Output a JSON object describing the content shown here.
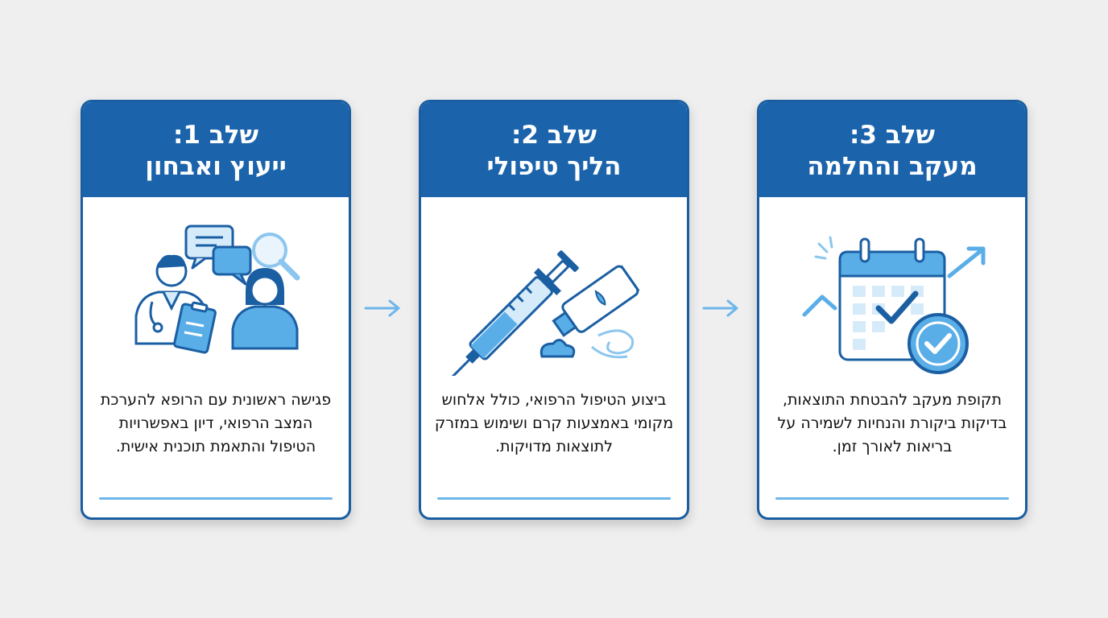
{
  "steps": [
    {
      "step": "שלב 1:",
      "title": "ייעוץ ואבחון",
      "text": "פגישה ראשונית עם הרופא להערכת המצב הרפואי, דיון באפשרויות הטיפול והתאמת תוכנית אישית.",
      "icon": "doctor-patient-consultation-icon"
    },
    {
      "step": "שלב 2:",
      "title": "הליך טיפולי",
      "text": "ביצוע הטיפול הרפואי, כולל אלחוש מקומי באמצעות קרם ושימוש במזרק לתוצאות מדויקות.",
      "icon": "syringe-cream-icon"
    },
    {
      "step": "שלב 3:",
      "title": "מעקב והחלמה",
      "text": "תקופת מעקב להבטחת התוצאות, בדיקות ביקורת והנחיות לשמירה על בריאות לאורך זמן.",
      "icon": "calendar-check-icon"
    }
  ],
  "colors": {
    "header": "#1b63ab",
    "border": "#1a5ea1",
    "accent": "#6cb6ea",
    "icon_dark": "#1b5fa3",
    "icon_light": "#5aaee8"
  }
}
